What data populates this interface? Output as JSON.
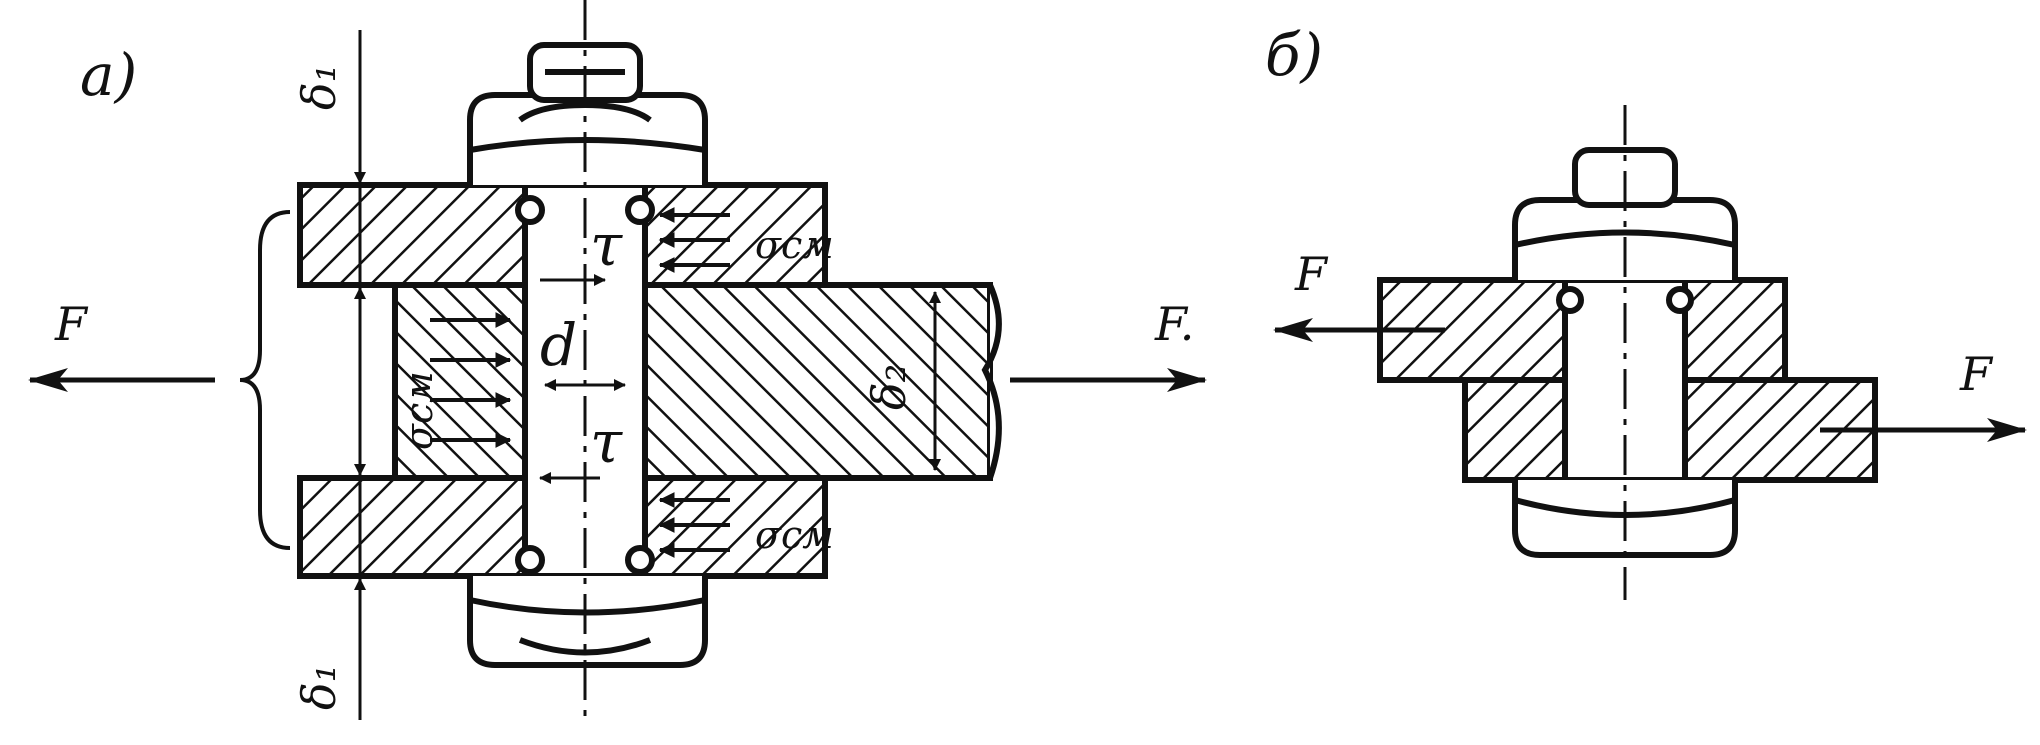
{
  "figure": {
    "panel_a": {
      "tag": "а)",
      "force_left": "F",
      "force_right": "F.",
      "delta1_top": "δ₁",
      "delta1_bottom": "δ₁",
      "delta2": "δ₂",
      "diameter": "d",
      "tau_top": "τ",
      "tau_bottom": "τ",
      "sigma_cm_left": "σсм",
      "sigma_cm_top_right": "σсм",
      "sigma_cm_bottom_right": "σсм"
    },
    "panel_b": {
      "tag": "б)",
      "force_left": "F",
      "force_right": "F"
    }
  },
  "colors": {
    "ink": "#111111",
    "background": "#ffffff"
  }
}
